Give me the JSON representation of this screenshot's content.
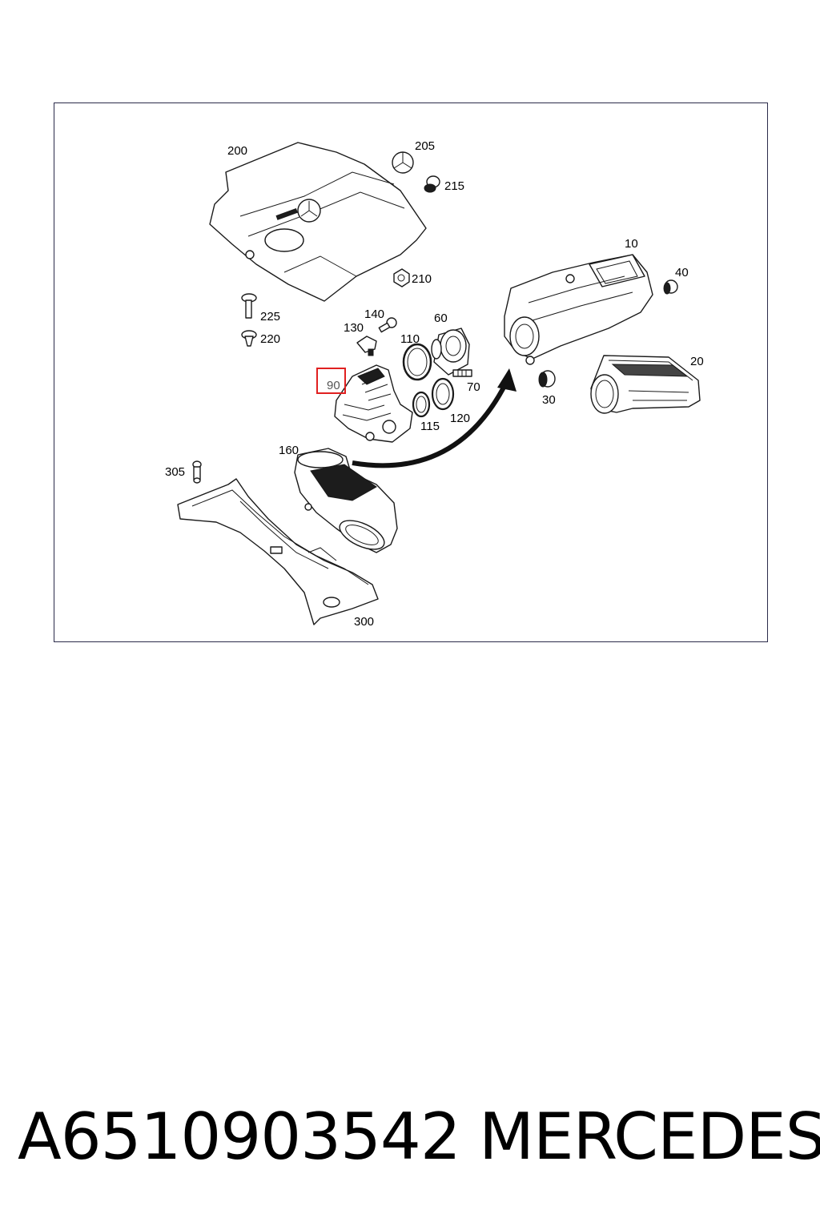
{
  "diagram": {
    "callouts": {
      "c10": "10",
      "c20": "20",
      "c30": "30",
      "c40": "40",
      "c60": "60",
      "c70": "70",
      "c90": "90",
      "c110": "110",
      "c115": "115",
      "c120": "120",
      "c130": "130",
      "c140": "140",
      "c160": "160",
      "c200": "200",
      "c205": "205",
      "c210": "210",
      "c215": "215",
      "c220": "220",
      "c225": "225",
      "c300": "300",
      "c305": "305"
    },
    "highlight_color": "#e02020"
  },
  "footer": {
    "part_number": "A6510903542",
    "brand": "MERCEDES"
  }
}
